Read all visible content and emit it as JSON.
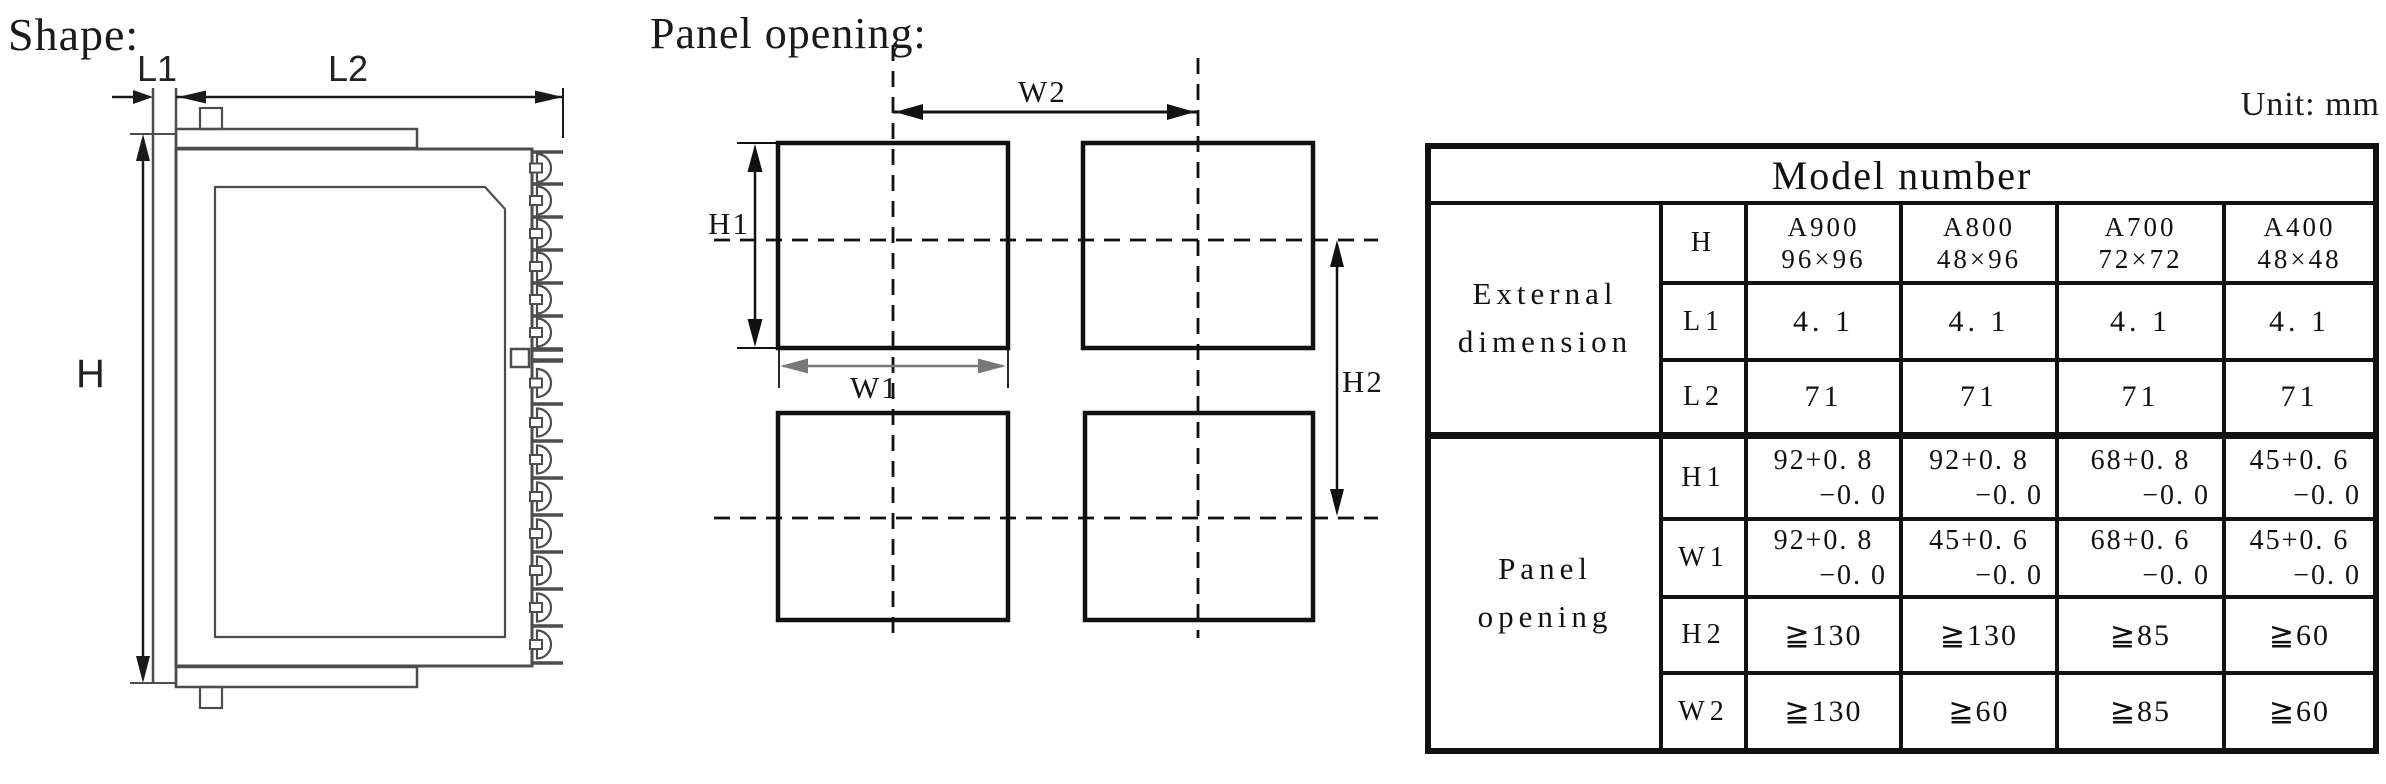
{
  "shape": {
    "title": "Shape:",
    "dim_l1": "L1",
    "dim_l2": "L2",
    "dim_h": "H"
  },
  "panel_opening": {
    "title": "Panel opening:",
    "dim_w2": "W2",
    "dim_h1": "H1",
    "dim_w1": "W1",
    "dim_h2": "H2"
  },
  "unit_note": "Unit: mm",
  "colors": {
    "line_black": "#111111",
    "drawing_grey": "#4d4d4d",
    "w1_arrow_grey": "#787878"
  },
  "table": {
    "title": "Model number",
    "groups": {
      "external": "External dimension",
      "panel": "Panel opening"
    },
    "dims": {
      "h": "H",
      "l1": "L1",
      "l2": "L2",
      "h1": "H1",
      "w1": "W1",
      "h2": "H2",
      "w2": "W2"
    },
    "models": [
      {
        "name": "A900",
        "size": "96×96"
      },
      {
        "name": "A800",
        "size": "48×96"
      },
      {
        "name": "A700",
        "size": "72×72"
      },
      {
        "name": "A400",
        "size": "48×48"
      }
    ],
    "l1_values": [
      "4. 1",
      "4. 1",
      "4. 1",
      "4. 1"
    ],
    "l2_values": [
      "71",
      "71",
      "71",
      "71"
    ],
    "h1_values": [
      {
        "top": "92+0. 8",
        "bot": "−0. 0"
      },
      {
        "top": "92+0. 8",
        "bot": "−0. 0"
      },
      {
        "top": "68+0. 8",
        "bot": "−0. 0"
      },
      {
        "top": "45+0. 6",
        "bot": "−0. 0"
      }
    ],
    "w1_values": [
      {
        "top": "92+0. 8",
        "bot": "−0. 0"
      },
      {
        "top": "45+0. 6",
        "bot": "−0. 0"
      },
      {
        "top": "68+0. 6",
        "bot": "−0. 0"
      },
      {
        "top": "45+0. 6",
        "bot": "−0. 0"
      }
    ],
    "h2_values": [
      "≧130",
      "≧130",
      "≧85",
      "≧60"
    ],
    "w2_values": [
      "≧130",
      "≧60",
      "≧85",
      "≧60"
    ]
  }
}
